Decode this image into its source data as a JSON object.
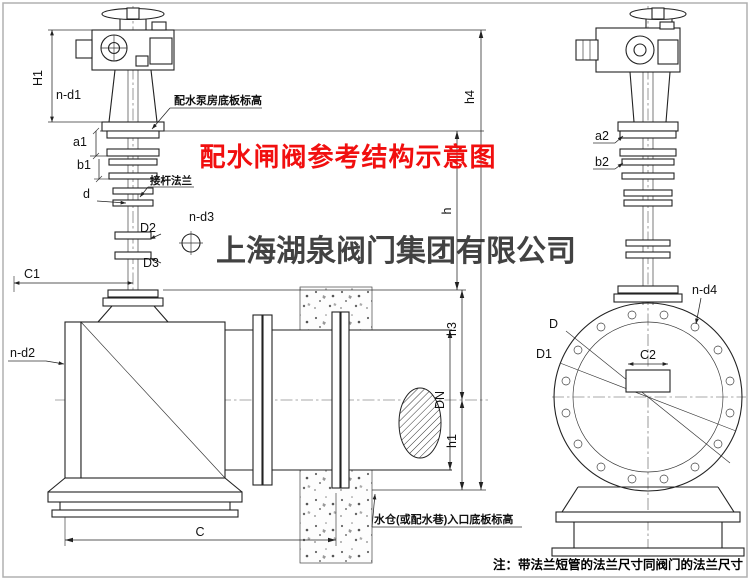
{
  "title": {
    "text": "配水闸阀参考结构示意图"
  },
  "watermark": {
    "text": "上海湖泉阀门集团有限公司"
  },
  "footnote": {
    "text": "注：带法兰短管的法兰尺寸同阀门的法兰尺寸"
  },
  "annotations": {
    "pump_house_floor": "配水泵房底板标高",
    "stem_flange": "接杆法兰",
    "inlet_floor": "水仓(或配水巷)入口底板标高"
  },
  "dims": {
    "H1": "H1",
    "n_d1": "n-d1",
    "a1": "a1",
    "b1": "b1",
    "d": "d",
    "D2": "D2",
    "D3": "D3",
    "n_d3": "n-d3",
    "C1": "C1",
    "n_d2": "n-d2",
    "C": "C",
    "h": "h",
    "h1": "h1",
    "h3": "h3",
    "h4": "h4",
    "DN": "DN",
    "a2": "a2",
    "b2": "b2",
    "n_d4": "n-d4",
    "D": "D",
    "D1": "D1",
    "C2": "C2"
  },
  "colors": {
    "title": "#f10f0f",
    "ink": "#222222",
    "watermark_ink": "#2e2e2e",
    "frame": "#b0b0b0"
  }
}
